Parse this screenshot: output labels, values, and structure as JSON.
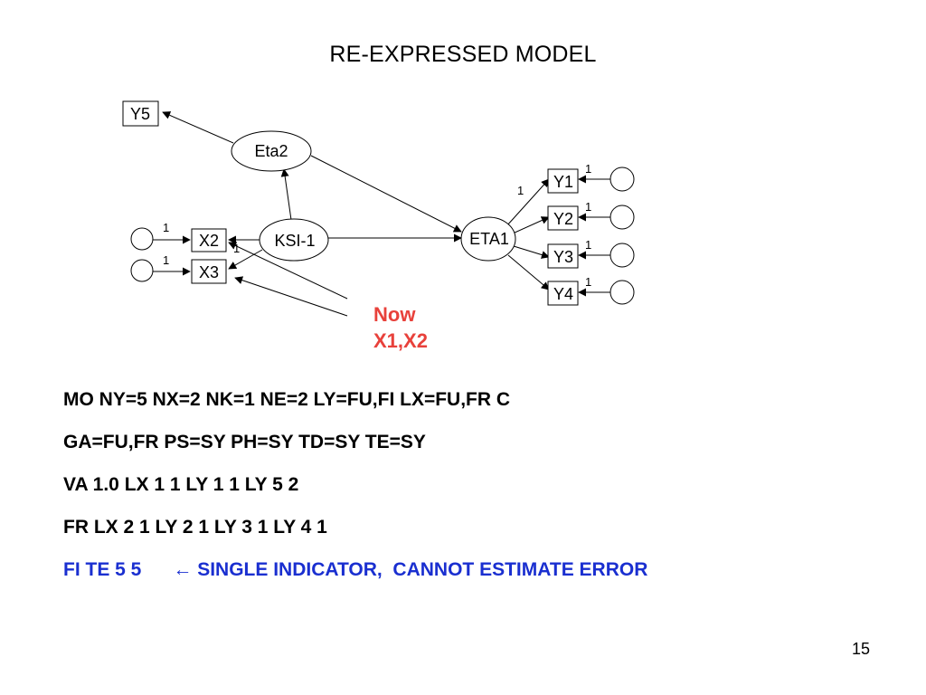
{
  "title": "RE-EXPRESSED MODEL",
  "diagram": {
    "nodes": {
      "y5": "Y5",
      "eta2": "Eta2",
      "ksi1": "KSI-1",
      "x2": "X2",
      "x3": "X3",
      "eta1": "ETA1",
      "y1": "Y1",
      "y2": "Y2",
      "y3": "Y3",
      "y4": "Y4"
    },
    "path_labels": {
      "x2_error": "1",
      "x3_error": "1",
      "x2_loading": "1",
      "y1_loading": "1",
      "y1_error": "1",
      "y2_error": "1",
      "y3_error": "1",
      "y4_error": "1"
    }
  },
  "note": {
    "line1": "Now",
    "line2": "X1,X2",
    "color": "#e8413b"
  },
  "syntax": {
    "line1": "MO NY=5 NX=2 NK=1 NE=2 LY=FU,FI LX=FU,FR C",
    "line2": "GA=FU,FR PS=SY PH=SY TD=SY TE=SY",
    "line3": "VA 1.0 LX 1 1 LY 1 1 LY 5 2",
    "line4": "FR LX 2 1 LY 2 1 LY 3 1 LY 4 1",
    "line5": "FI TE 5 5      ← SINGLE INDICATOR,  CANNOT ESTIMATE ERROR",
    "highlight_color": "#1a2fd0"
  },
  "page_number": "15"
}
